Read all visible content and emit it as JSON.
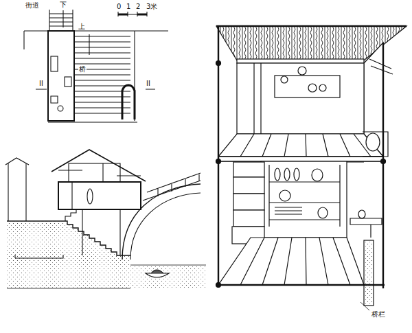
{
  "diagram": {
    "labels": [
      "街道",
      "下",
      "0",
      "1",
      "2",
      "3米",
      "上",
      "桥",
      "II",
      "II",
      "桥栏"
    ]
  }
}
